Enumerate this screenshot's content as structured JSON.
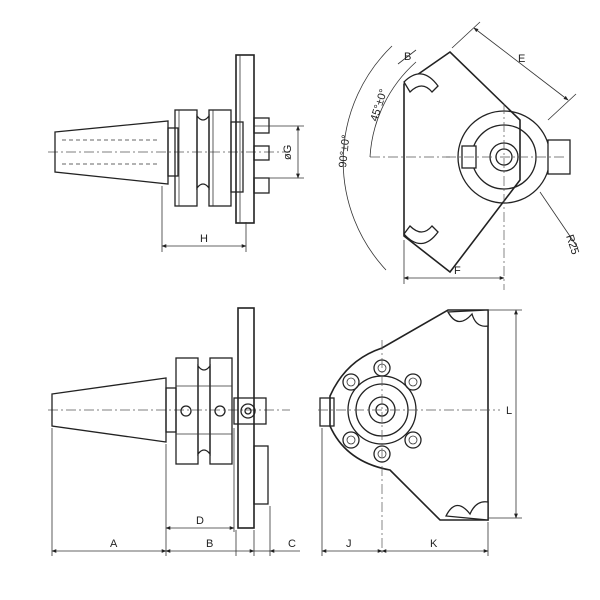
{
  "labels": {
    "a": "A",
    "b_top": "B",
    "b_bottom": "B",
    "c": "C",
    "d": "D",
    "e": "E",
    "f": "F",
    "g": "øG",
    "h": "H",
    "j": "J",
    "k": "K",
    "l": "L",
    "r": "R25",
    "angle_45": "45°±0°",
    "angle_90": "90°±0°"
  }
}
